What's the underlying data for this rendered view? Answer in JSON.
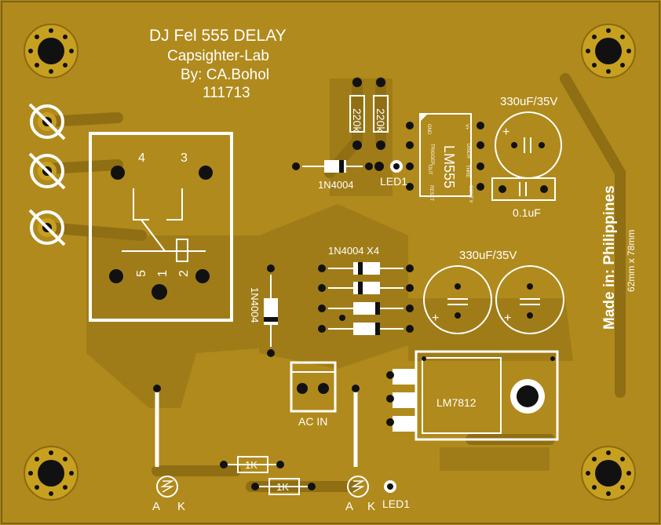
{
  "colors": {
    "board": "#b08a1c",
    "copper": "#a07c18",
    "silk": "#ffffff",
    "pad": "#c8a020",
    "hole": "#111111"
  },
  "header": {
    "line1": "DJ Fel 555 DELAY",
    "line2": "Capsighter-Lab",
    "line3": "By: CA.Bohol",
    "line4": "111713"
  },
  "relay": {
    "pin4": "4",
    "pin3": "3",
    "pin5": "5",
    "pin1": "1",
    "pin2": "2"
  },
  "resistors": {
    "r1": "220k",
    "r2": "220k",
    "r3": "1K",
    "r4": "1K"
  },
  "ic": {
    "name": "LM555",
    "pins_top": [
      "GND",
      "TRIGGER",
      "OUT",
      "RESET"
    ],
    "pins_bottom": [
      "V+",
      "DISCH",
      "THRE",
      "CONT V"
    ]
  },
  "diodes": {
    "d1": "1N4004",
    "d2": "1N4004",
    "bridge": "1N4004 X4"
  },
  "caps": {
    "c1": "330uF/35V",
    "c2": "0.1uF",
    "c3": "330uF/35V"
  },
  "leds": {
    "led1_top": "LED1",
    "led1_bottom": "LED1",
    "a": "A",
    "k": "K",
    "a2": "A",
    "k2": "K"
  },
  "connectors": {
    "ac": "AC IN"
  },
  "regulator": {
    "name": "LM7812"
  },
  "side": {
    "made": "Made in: Philippines",
    "size": "62mm x 78mm"
  }
}
